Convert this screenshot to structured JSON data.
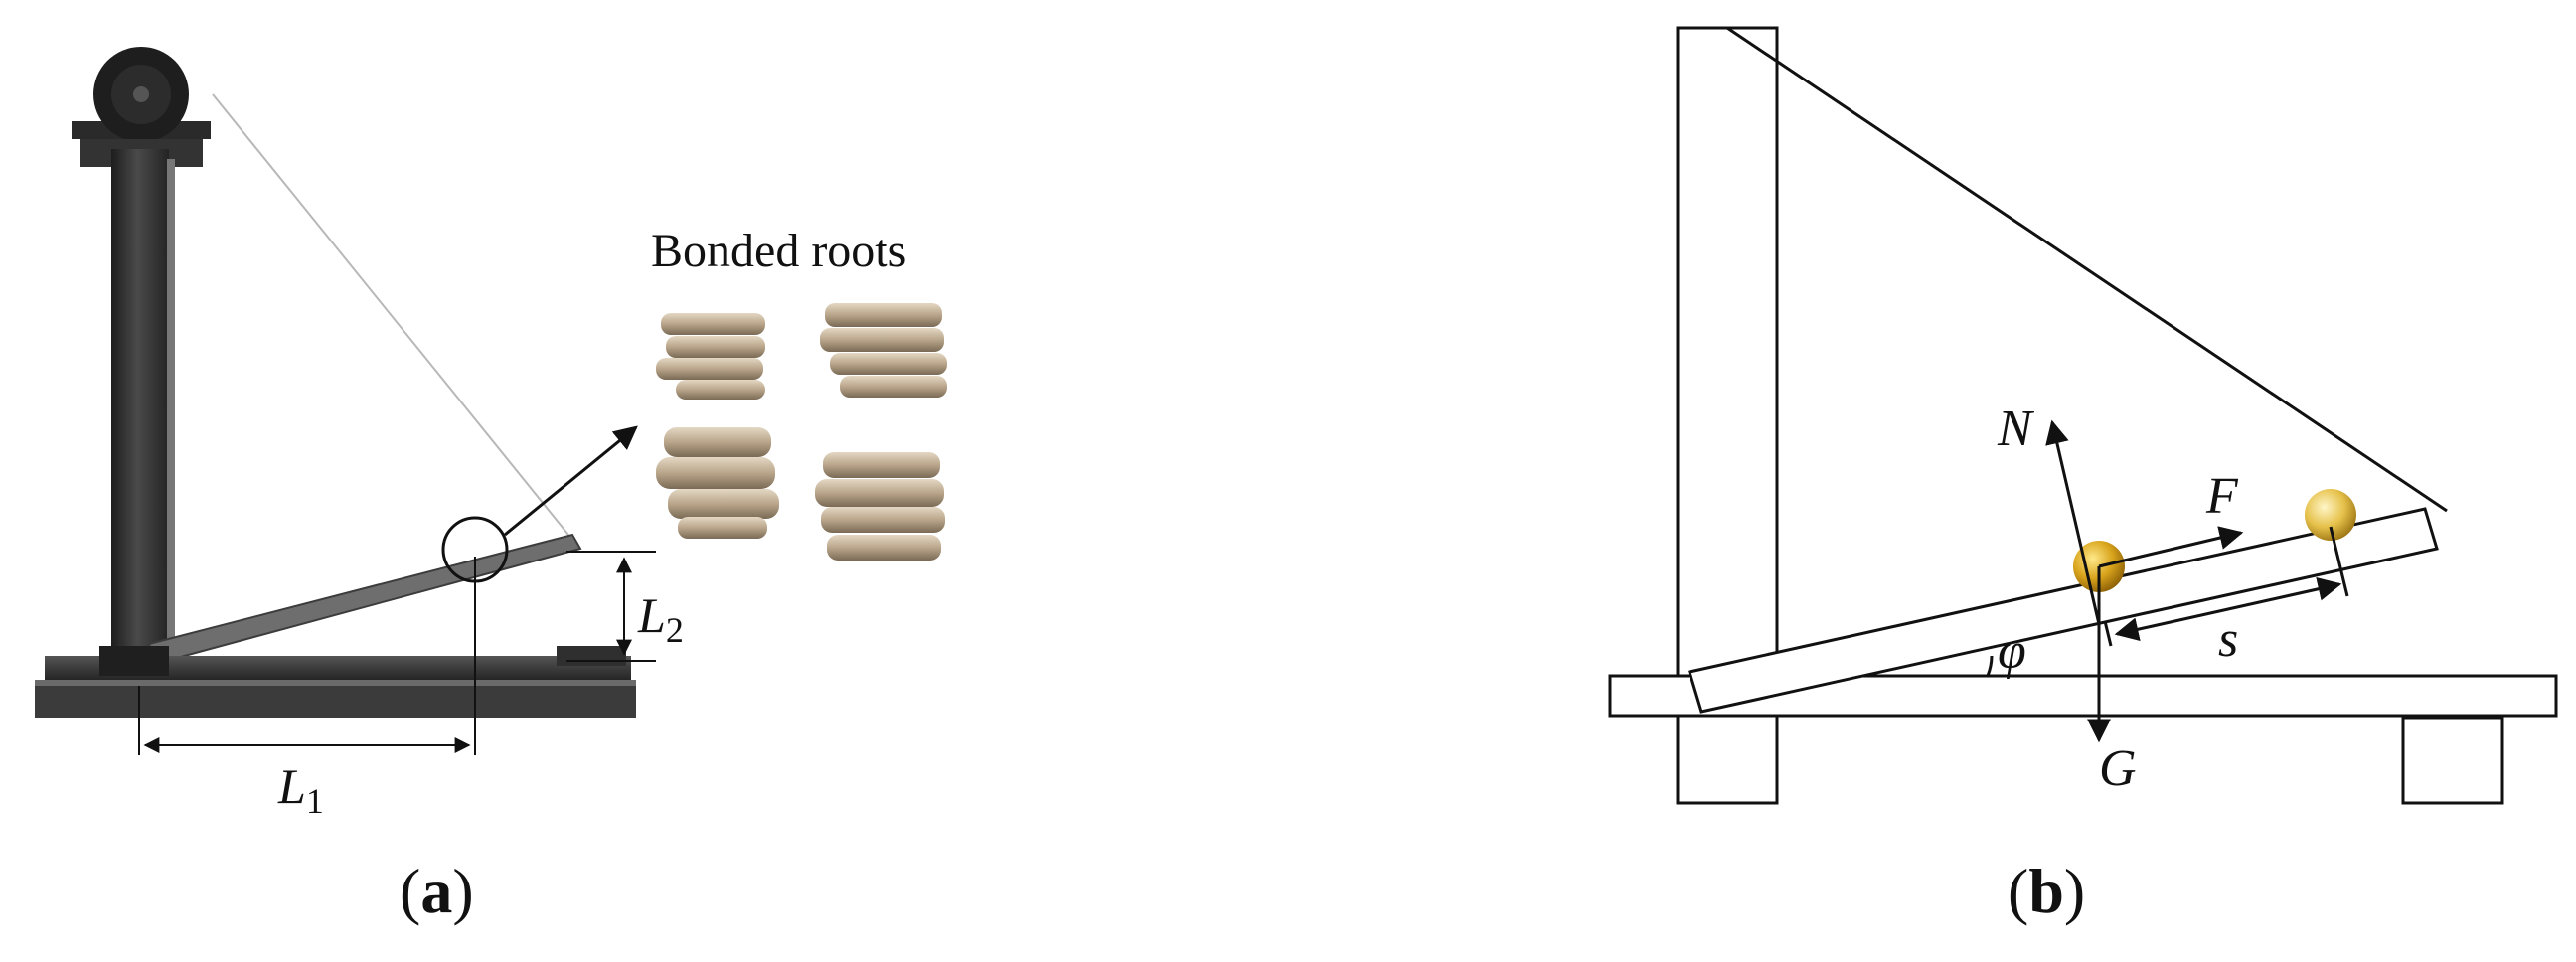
{
  "panel_a": {
    "caption_letter": "a",
    "inset_title": "Bonded roots",
    "dim_horizontal": {
      "symbol": "L",
      "subscript": "1"
    },
    "dim_vertical": {
      "symbol": "L",
      "subscript": "2"
    }
  },
  "panel_b": {
    "caption_letter": "b",
    "force_normal": "N",
    "force_friction": "F",
    "force_gravity": "G",
    "angle": "φ",
    "displacement": "s"
  },
  "colors": {
    "frame_dark": "#2e2e2e",
    "frame_mid": "#555555",
    "plate_gray": "#6e6e6e",
    "root_tan": "#b9a58a",
    "ball_gold": "#d9a41c",
    "line": "#111111"
  }
}
